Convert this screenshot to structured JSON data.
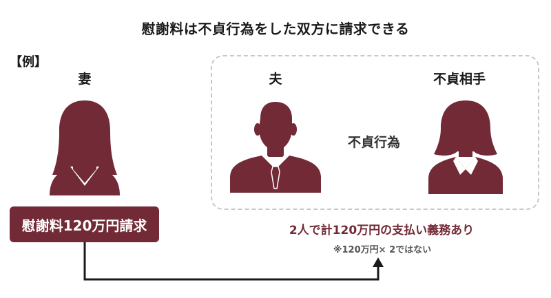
{
  "title": "慰謝料は不貞行為をした双方に請求できる",
  "example_label": "【例】",
  "people": {
    "wife": "妻",
    "husband": "夫",
    "partner": "不貞相手"
  },
  "relation_label": "不貞行為",
  "claim_label": "慰謝料120万円請求",
  "obligation_text": "2人で計120万円の支払い義務あり",
  "note_text": "※120万円× 2ではない",
  "colors": {
    "accent": "#722a36",
    "dashed_border": "#c8c8c8"
  }
}
